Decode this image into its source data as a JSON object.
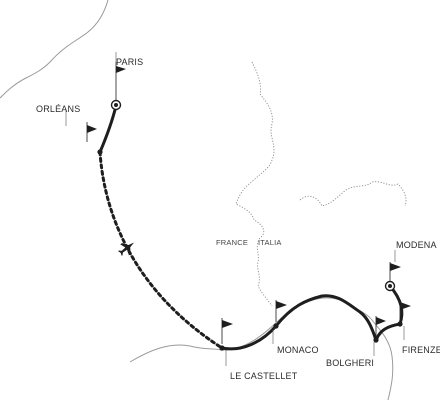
{
  "map": {
    "countries": [
      {
        "id": "france",
        "name": "FRANCE"
      },
      {
        "id": "italia",
        "name": "ITALIA"
      }
    ],
    "places": [
      {
        "id": "paris",
        "name": "PARIS"
      },
      {
        "id": "orleans",
        "name": "ORLÉANS"
      },
      {
        "id": "le-castellet",
        "name": "LE CASTELLET"
      },
      {
        "id": "monaco",
        "name": "MONACO"
      },
      {
        "id": "bolgheri",
        "name": "BOLGHERI"
      },
      {
        "id": "firenze",
        "name": "FIRENZE"
      },
      {
        "id": "modena",
        "name": "MODENA"
      }
    ],
    "route": {
      "legs": [
        {
          "from": "paris",
          "to": "orleans",
          "mode": "drive"
        },
        {
          "from": "orleans",
          "to": "le-castellet",
          "mode": "flight"
        },
        {
          "from": "le-castellet",
          "to": "monaco",
          "mode": "drive"
        },
        {
          "from": "monaco",
          "to": "bolgheri",
          "mode": "drive"
        },
        {
          "from": "bolgheri",
          "to": "firenze",
          "mode": "drive"
        },
        {
          "from": "firenze",
          "to": "modena",
          "mode": "drive"
        }
      ],
      "start": "paris",
      "end": "modena"
    },
    "colors": {
      "route": "#1e1e1e",
      "borders": "#8a8a8a",
      "coast": "#9a9a9a",
      "text": "#2b2b2b"
    }
  }
}
